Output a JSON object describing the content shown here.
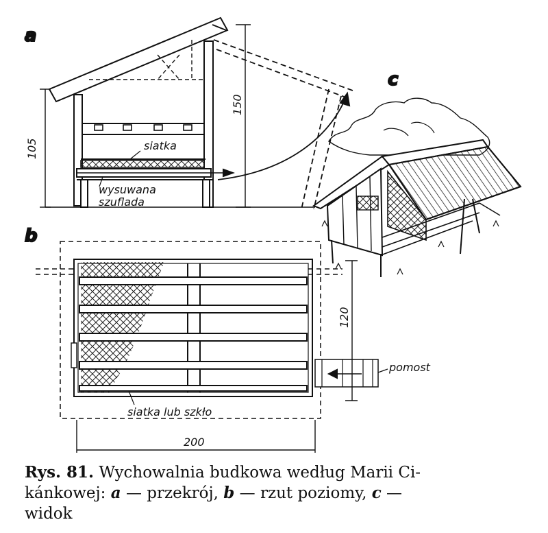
{
  "panels": {
    "a": "a",
    "b": "b",
    "c": "c"
  },
  "labels": {
    "siatka": "siatka",
    "wysuwana": "wysuwana",
    "szuflada": "szuflada",
    "siatka_lub_szklo": "siatka lub szkło",
    "pomost": "pomost"
  },
  "dimensions": {
    "height_front": "105",
    "height_back": "150",
    "depth": "120",
    "length": "200"
  },
  "caption": {
    "figure_no": "Rys. 81.",
    "text1": " Wychowalnia budkowa według Marii Ci-",
    "text2": "kánkowej: ",
    "a_letter": "a",
    "a_text": " — przekrój, ",
    "b_letter": "b",
    "b_text": " — rzut poziomy, ",
    "c_letter": "c",
    "c_text": " —",
    "text3": "widok"
  },
  "colors": {
    "ink": "#111111",
    "paper": "#ffffff"
  }
}
